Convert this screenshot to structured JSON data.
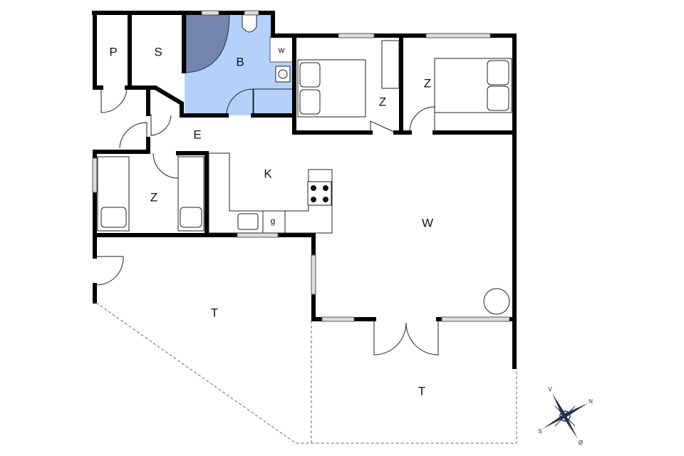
{
  "rooms": [
    {
      "id": "pantry",
      "label": "P"
    },
    {
      "id": "storage",
      "label": "S"
    },
    {
      "id": "bathroom",
      "label": "B"
    },
    {
      "id": "washer",
      "label": "w"
    },
    {
      "id": "entry",
      "label": "E"
    },
    {
      "id": "kitchen",
      "label": "K"
    },
    {
      "id": "dishwasher",
      "label": "g"
    },
    {
      "id": "bedroom-1",
      "label": "Z"
    },
    {
      "id": "bedroom-2",
      "label": "Z"
    },
    {
      "id": "bedroom-3",
      "label": "Z"
    },
    {
      "id": "living",
      "label": "W"
    },
    {
      "id": "terrace-1",
      "label": "T"
    },
    {
      "id": "terrace-2",
      "label": "T"
    }
  ],
  "compass": {
    "north": "N",
    "south": "S",
    "west": "V",
    "east": "Ø"
  },
  "colors": {
    "bathroom": "#b3d1fb",
    "shower": "#7385ad",
    "wall": "#000000"
  }
}
